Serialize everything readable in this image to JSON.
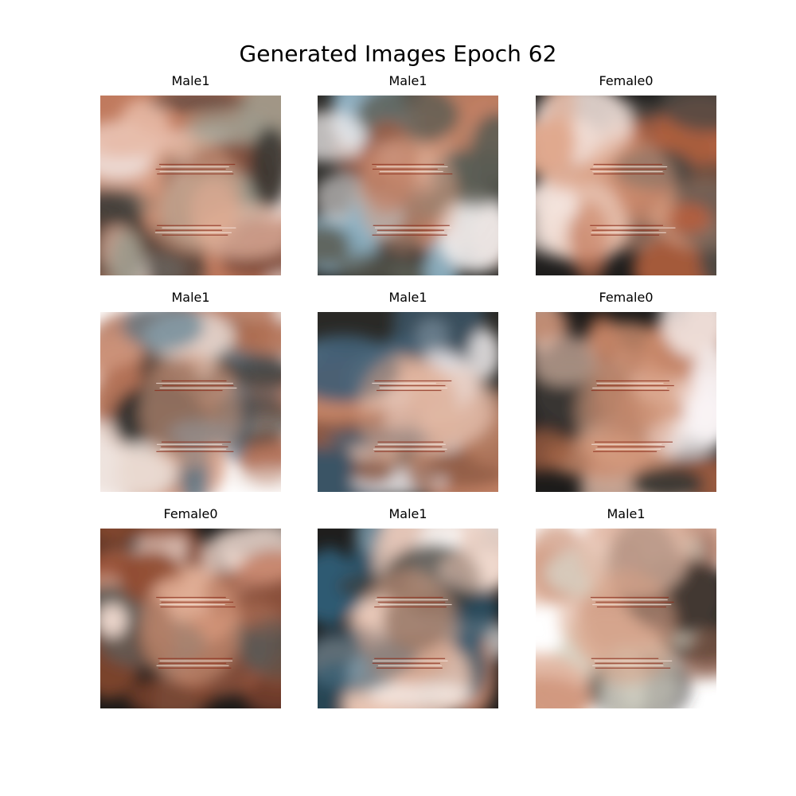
{
  "figure": {
    "title": "Generated Images Epoch 62"
  },
  "panels": [
    {
      "label": "Male1",
      "palette": [
        "#c07a5e",
        "#f2e6e2",
        "#3a3632",
        "#7e4a38",
        "#e6b8a4",
        "#9c9a8c"
      ]
    },
    {
      "label": "Male1",
      "palette": [
        "#2b2a27",
        "#c88668",
        "#f1eeee",
        "#5a5b52",
        "#a45a40",
        "#8fb4c6"
      ]
    },
    {
      "label": "Female0",
      "palette": [
        "#1e1d1c",
        "#e0a98e",
        "#b35f3e",
        "#f3e3dc",
        "#4c4944",
        "#c07050"
      ]
    },
    {
      "label": "Male1",
      "palette": [
        "#ffffff",
        "#2a2c2b",
        "#d59a80",
        "#b06e52",
        "#3d6e88",
        "#ece0da"
      ]
    },
    {
      "label": "Male1",
      "palette": [
        "#2a2926",
        "#c58466",
        "#f4f0f2",
        "#8c5a44",
        "#405e74",
        "#e5c0ae"
      ]
    },
    {
      "label": "Female0",
      "palette": [
        "#1c1b1a",
        "#f8f3f4",
        "#c98a6c",
        "#9a5b40",
        "#3c3a36",
        "#e6c2b0"
      ]
    },
    {
      "label": "Female0",
      "palette": [
        "#1a1918",
        "#b86648",
        "#e9bda8",
        "#5c5954",
        "#8e4a30",
        "#f2dcd2"
      ]
    },
    {
      "label": "Male1",
      "palette": [
        "#1f1e1d",
        "#ffffff",
        "#c07e62",
        "#3a3833",
        "#e7c3b1",
        "#2e5a72"
      ]
    },
    {
      "label": "Male1",
      "palette": [
        "#ffffff",
        "#e2b8a4",
        "#c98a6e",
        "#302e2b",
        "#d8d6c8",
        "#8a5a48"
      ]
    }
  ]
}
